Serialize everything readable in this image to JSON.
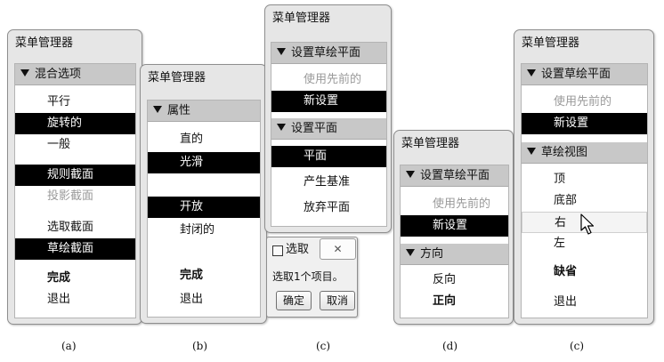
{
  "icons": {
    "collapse": "triangle-down-icon",
    "close": "close-x-icon",
    "cursor": "mouse-pointer-icon",
    "box": "checkbox-square-icon"
  },
  "panel_a": {
    "title": "菜单管理器",
    "header": "混合选项",
    "items": [
      "平行",
      "旋转的",
      "一般",
      "规则截面",
      "投影截面",
      "选取截面",
      "草绘截面",
      "完成",
      "退出"
    ]
  },
  "panel_b": {
    "title": "菜单管理器",
    "header": "属性",
    "items": [
      "直的",
      "光滑",
      "开放",
      "封闭的",
      "完成",
      "退出"
    ]
  },
  "panel_c": {
    "title": "菜单管理器",
    "header1": "设置草绘平面",
    "items1": [
      "使用先前的",
      "新设置"
    ],
    "header2": "设置平面",
    "items2": [
      "平面",
      "产生基准",
      "放弃平面"
    ]
  },
  "dialog_c": {
    "title": "选取",
    "message": "选取1个项目。",
    "ok": "确定",
    "cancel": "取消"
  },
  "panel_d": {
    "title": "菜单管理器",
    "header1": "设置草绘平面",
    "items1": [
      "使用先前的",
      "新设置"
    ],
    "header2": "方向",
    "items2": [
      "反向",
      "正向"
    ]
  },
  "panel_e": {
    "title": "菜单管理器",
    "header1": "设置草绘平面",
    "items1": [
      "使用先前的",
      "新设置"
    ],
    "header2": "草绘视图",
    "items2": [
      "顶",
      "底部",
      "右",
      "左",
      "缺省",
      "退出"
    ]
  },
  "captions": [
    "(a)",
    "(b)",
    "(c)",
    "(d)",
    "(c)"
  ]
}
